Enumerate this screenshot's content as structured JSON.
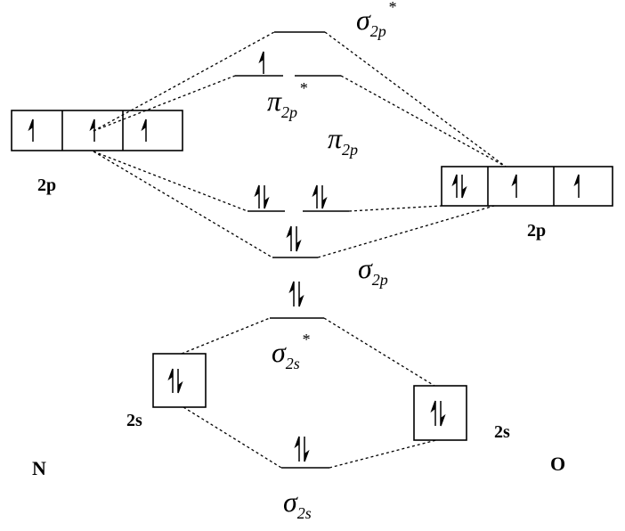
{
  "atoms": {
    "left": {
      "symbol": "N",
      "orbital_2p": "2p",
      "orbital_2s": "2s"
    },
    "right": {
      "symbol": "O",
      "orbital_2p": "2p",
      "orbital_2s": "2s"
    }
  },
  "molecular_orbitals": {
    "sigma_2p_star": {
      "symbol": "σ",
      "sub": "2p",
      "star": "*"
    },
    "pi_2p_star": {
      "symbol": "π",
      "sub": "2p",
      "star": "*"
    },
    "pi_2p": {
      "symbol": "π",
      "sub": "2p"
    },
    "sigma_2p": {
      "symbol": "σ",
      "sub": "2p"
    },
    "sigma_2s_star": {
      "symbol": "σ",
      "sub": "2s",
      "star": "*"
    },
    "sigma_2s": {
      "symbol": "σ",
      "sub": "2s"
    }
  }
}
